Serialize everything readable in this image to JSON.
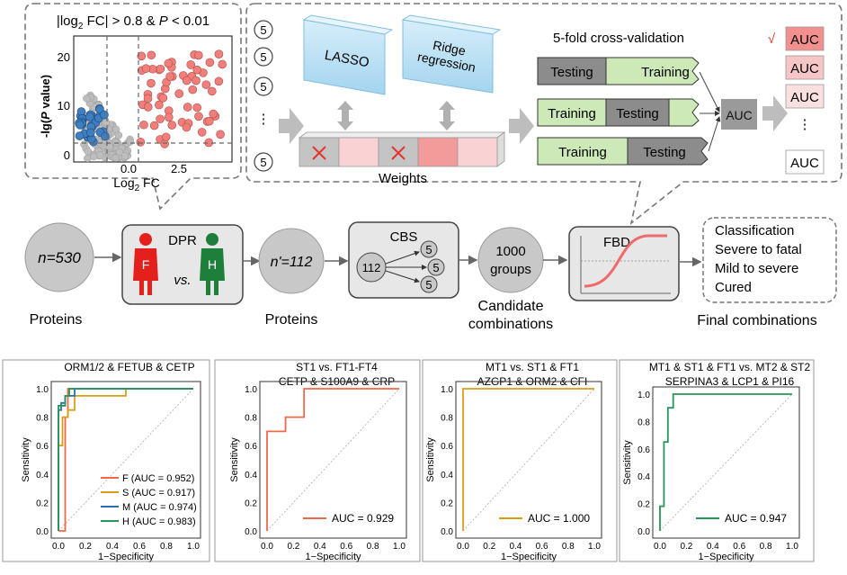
{
  "volcano": {
    "header_pre": "|log",
    "header_sub": "2",
    "header_mid": " FC| > 0.8 & ",
    "header_p": "P",
    "header_post": " < 0.01",
    "ylabel_pre": "-lg(",
    "ylabel_p": "P",
    "ylabel_post": " value)",
    "xlabel_pre": "Log",
    "xlabel_sub": "2",
    "xlabel_post": " FC",
    "yticks": [
      "20",
      "10",
      "0"
    ],
    "xticks": [
      "0.0",
      "2.5"
    ]
  },
  "ml": {
    "five_labels": [
      "5",
      "5",
      "5",
      "5"
    ],
    "dots": "⋮",
    "lasso": "LASSO",
    "ridge_line1": "Ridge",
    "ridge_line2": "regression",
    "weights": "Weights",
    "cv_title": "5-fold cross-validation",
    "cv_rows": [
      {
        "testing": "Testing",
        "training": "Training"
      },
      {
        "training": "Training",
        "testing": "Testing"
      },
      {
        "training": "Training",
        "testing": "Testing"
      }
    ],
    "auc_center": "AUC",
    "check": "√",
    "auc_list": [
      "AUC",
      "AUC",
      "AUC",
      "AUC"
    ],
    "auc_dots": "⋮"
  },
  "flow": {
    "n530": "n=530",
    "proteins1": "Proteins",
    "dpr": "DPR",
    "f": "F",
    "vs": "vs.",
    "h": "H",
    "n112": "n'=112",
    "proteins2": "Proteins",
    "cbs": "CBS",
    "cbs_112": "112",
    "cbs_5": "5",
    "groups_1000": "1000",
    "groups_word": "groups",
    "candidate1": "Candidate",
    "candidate2": "combinations",
    "fbd": "FBD",
    "final_lines": [
      "Classification",
      "Severe to fatal",
      "Mild to severe",
      "Cured"
    ],
    "final_label": "Final combinations"
  },
  "roc_common": {
    "xlabel": "1−Specificity",
    "ylabel": "Sensitivity",
    "ticks": [
      "0.0",
      "0.2",
      "0.4",
      "0.6",
      "0.8",
      "1.0"
    ]
  },
  "chart_data": [
    {
      "type": "line",
      "title": "ORM1/2 & FETUB & CETP",
      "xlabel": "1−Specificity",
      "ylabel": "Sensitivity",
      "xlim": [
        0,
        1
      ],
      "ylim": [
        0,
        1
      ],
      "series": [
        {
          "name": "F (AUC = 0.952)",
          "color": "#f0684a",
          "x": [
            0,
            0.05,
            0.05,
            0.07,
            0.07,
            1
          ],
          "y": [
            0,
            0,
            0.8,
            0.8,
            1.0,
            1.0
          ]
        },
        {
          "name": "S (AUC = 0.917)",
          "color": "#d6a017",
          "x": [
            0,
            0,
            0.03,
            0.03,
            0.07,
            0.07,
            0.12,
            0.12,
            0.5,
            0.5,
            1
          ],
          "y": [
            0,
            0.6,
            0.6,
            0.8,
            0.8,
            0.85,
            0.85,
            0.95,
            0.95,
            1.0,
            1.0
          ]
        },
        {
          "name": "M (AUC = 0.974)",
          "color": "#2c6db5",
          "x": [
            0,
            0,
            0.02,
            0.02,
            0.05,
            0.05,
            0.12,
            0.12,
            1
          ],
          "y": [
            0,
            0.85,
            0.85,
            0.9,
            0.9,
            0.95,
            0.95,
            1.0,
            1.0
          ]
        },
        {
          "name": "H (AUC = 0.983)",
          "color": "#27965a",
          "x": [
            0,
            0,
            0.05,
            0.05,
            0.08,
            0.08,
            1
          ],
          "y": [
            0,
            0.88,
            0.88,
            0.95,
            0.95,
            1.0,
            1.0
          ]
        }
      ]
    },
    {
      "type": "line",
      "title": "ST1 vs. FT1-FT4",
      "subtitle": "CETP & S100A9 & CRP",
      "xlabel": "1−Specificity",
      "ylabel": "Sensitivity",
      "xlim": [
        0,
        1
      ],
      "ylim": [
        0,
        1
      ],
      "series": [
        {
          "name": "AUC = 0.929",
          "color": "#f0684a",
          "x": [
            0,
            0,
            0.14,
            0.14,
            0.28,
            0.28,
            1
          ],
          "y": [
            0,
            0.7,
            0.7,
            0.8,
            0.8,
            1.0,
            1.0
          ]
        }
      ]
    },
    {
      "type": "line",
      "title": "MT1 vs. ST1 & FT1",
      "subtitle": "AZGP1 & ORM2 & CFI",
      "xlabel": "1−Specificity",
      "ylabel": "Sensitivity",
      "xlim": [
        0,
        1
      ],
      "ylim": [
        0,
        1
      ],
      "series": [
        {
          "name": "AUC = 1.000",
          "color": "#d6a017",
          "x": [
            0,
            0,
            1
          ],
          "y": [
            0,
            1.0,
            1.0
          ]
        }
      ]
    },
    {
      "type": "line",
      "title": "MT1 & ST1 & FT1 vs. MT2 & ST2",
      "subtitle": "SERPINA3 & LCP1 & PI16",
      "xlabel": "1−Specificity",
      "ylabel": "Sensitivity",
      "xlim": [
        0,
        1
      ],
      "ylim": [
        0,
        1
      ],
      "series": [
        {
          "name": "AUC = 0.947",
          "color": "#27965a",
          "x": [
            0,
            0,
            0.03,
            0.03,
            0.06,
            0.06,
            0.1,
            0.1,
            1
          ],
          "y": [
            0,
            0.18,
            0.18,
            0.65,
            0.65,
            0.9,
            0.9,
            1.0,
            1.0
          ]
        }
      ]
    }
  ]
}
